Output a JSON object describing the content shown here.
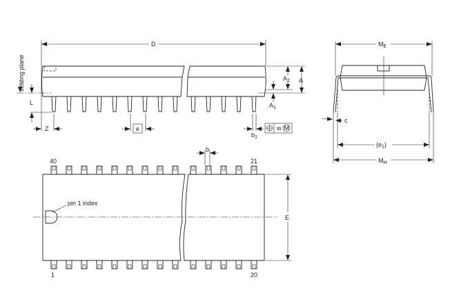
{
  "labels": {
    "seating_plane": "seating plane",
    "D": "D",
    "A": "A",
    "A2": "A",
    "A2_sub": "2",
    "A1": "A",
    "A1_sub": "1",
    "L": "L",
    "Z": "Z",
    "e": "e",
    "b1": "b",
    "b1_sub": "1",
    "w": "w",
    "M_circle": "M",
    "ME": "M",
    "ME_sub": "E",
    "c": "c",
    "e1": "(e",
    "e1_sub": "1",
    "e1_close": ")",
    "MH": "M",
    "MH_sub": "H",
    "b": "b",
    "E": "E",
    "pin1_index": "pin 1 index",
    "pin_40": "40",
    "pin_21": "21",
    "pin_1": "1",
    "pin_20": "20"
  }
}
